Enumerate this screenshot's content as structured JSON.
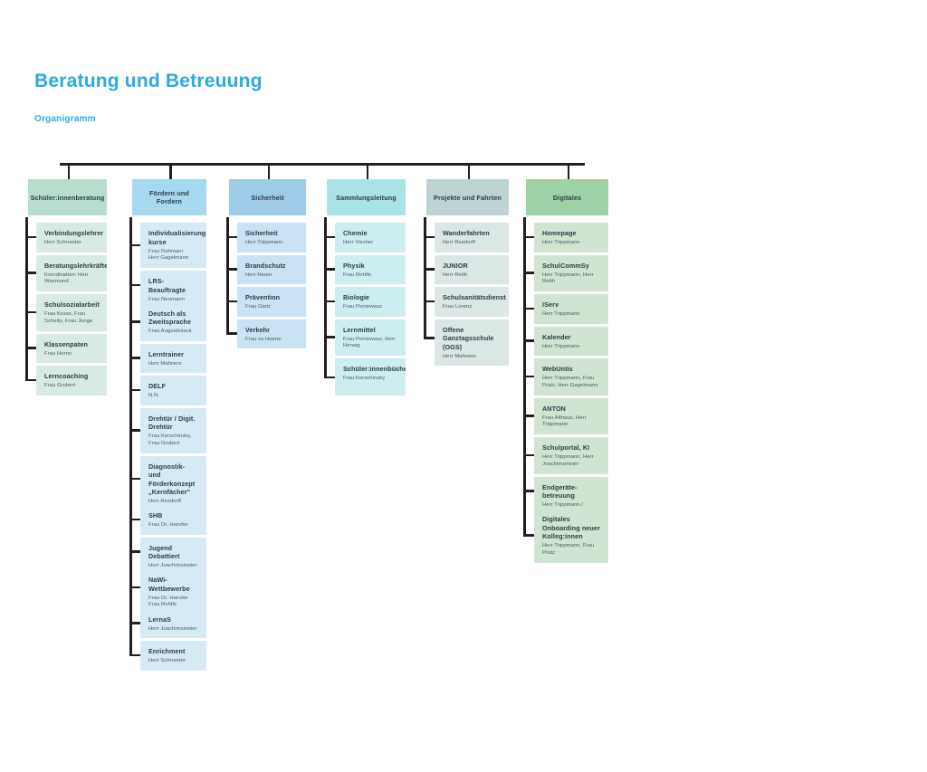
{
  "header": {
    "title": "Beratung und Betreuung",
    "subtitle": "Organigramm",
    "accent_color": "#29abe2"
  },
  "chart_data": {
    "type": "diagram",
    "diagram_kind": "organizational-chart",
    "orientation": "top-down",
    "title": "Beratung und Betreuung",
    "subtitle": "Organigramm",
    "columns": [
      {
        "id": "schuelerinnenberatung",
        "header": "Schüler:innenberatung",
        "header_color": "#b7ddcd",
        "node_color": "#d8ebe2",
        "children": [
          {
            "title": "Verbindungslehrer",
            "people": "Herr Schroeder"
          },
          {
            "title": "Beratungslehrkräfte",
            "people": "Koordination: Herr Wasmund"
          },
          {
            "title": "Schulsozialarbeit",
            "people": "Frau Kruse, Frau Scheilp, Frau Junge"
          },
          {
            "title": "Klassenpaten",
            "people": "Frau Horns"
          },
          {
            "title": "Lerncoaching",
            "people": "Frau Grubert"
          }
        ]
      },
      {
        "id": "foerdern-und-fordern",
        "header": "Fördern und Fordern",
        "header_color": "#a6d9ef",
        "node_color": "#d6eaf6",
        "children": [
          {
            "title": "Individualisierungs-kurse",
            "people": "Frau Rahmani\nHerr Gagelmann"
          },
          {
            "title": "LRS-Beauftragte",
            "people": "Frau Neumann"
          },
          {
            "title": "Deutsch als Zweitsprache",
            "people": "Frau Augustiniack"
          },
          {
            "title": "Lerntrainer",
            "people": "Herr Mahrens"
          },
          {
            "title": "DELF",
            "people": "N.N."
          },
          {
            "title": "Drehtür / Digit. Drehtür",
            "people": "Frau Kerschinsky, Frau Grubert"
          },
          {
            "title": "Diagnostik- und Förderkonzept „Kernfächer\"",
            "people": "Herr Resdorff"
          },
          {
            "title": "SHB",
            "people": "Frau Dr. Hanzke"
          },
          {
            "title": "Jugend Debattiert",
            "people": "Herr Joachimsmeier"
          },
          {
            "title": "NaWi-Wettbewerbe",
            "people": "Frau Dr. Hanzke\nFrau Rohlfs"
          },
          {
            "title": "LernaS",
            "people": "Herr Joachimsmeier"
          },
          {
            "title": "Enrichment",
            "people": "Herr Schroeder"
          }
        ]
      },
      {
        "id": "sicherheit",
        "header": "Sicherheit",
        "header_color": "#9ecbe8",
        "node_color": "#c9e3f4",
        "children": [
          {
            "title": "Sicherheit",
            "people": "Herr Trippmann"
          },
          {
            "title": "Brandschutz",
            "people": "Herr Heuer"
          },
          {
            "title": "Prävention",
            "people": "Frau Gietz"
          },
          {
            "title": "Verkehr",
            "people": "Frau zu Hoene"
          }
        ]
      },
      {
        "id": "sammlungsleitung",
        "header": "Sammlungsleitung",
        "header_color": "#a9e3e6",
        "node_color": "#cdeef0",
        "children": [
          {
            "title": "Chemie",
            "people": "Herr Vischer"
          },
          {
            "title": "Physik",
            "people": "Frau Rohlfs"
          },
          {
            "title": "Biologie",
            "people": "Frau Poniewasz"
          },
          {
            "title": "Lernmittel",
            "people": "Frau Poniewasz, Herr Herwig"
          },
          {
            "title": "Schüler:innenbücherei",
            "people": "Frau Kerschinsky"
          }
        ]
      },
      {
        "id": "projekte-und-fahrten",
        "header": "Projekte und Fahrten",
        "header_color": "#bdd2d2",
        "node_color": "#dbe7e5",
        "children": [
          {
            "title": "Wanderfahrten",
            "people": "Herr Resdorff"
          },
          {
            "title": "JUNIOR",
            "people": "Herr Reith"
          },
          {
            "title": "Schulsanitätsdienst",
            "people": "Frau Lorenz"
          },
          {
            "title": "Offene Ganztagsschule (OGS)",
            "people": "Herr Mahrens"
          }
        ]
      },
      {
        "id": "digitales",
        "header": "Digitales",
        "header_color": "#9dd2a7",
        "node_color": "#cfe5d2",
        "children": [
          {
            "title": "Homepage",
            "people": "Herr Trippmann"
          },
          {
            "title": "SchulCommSy",
            "people": "Herr Trippmann, Herr Reith"
          },
          {
            "title": "IServ",
            "people": "Herr Trippmann"
          },
          {
            "title": "Kalender",
            "people": "Herr Trippmann"
          },
          {
            "title": "WebUntis",
            "people": "Herr Trippmann, Frau Pratz, Herr Gagelmann"
          },
          {
            "title": "ANTON",
            "people": "Frau Althaus, Herr Trippmann"
          },
          {
            "title": "Schulportal, KI",
            "people": "Herr Trippmann, Herr Joachimsmeier"
          },
          {
            "title": "Endgeräte-betreuung",
            "people": "Herr Trippmann / SchulIT"
          },
          {
            "title": "Digitales Onboarding neuer Kolleg:innen",
            "people": "Herr Trippmann, Frau Pratz"
          }
        ]
      }
    ]
  }
}
